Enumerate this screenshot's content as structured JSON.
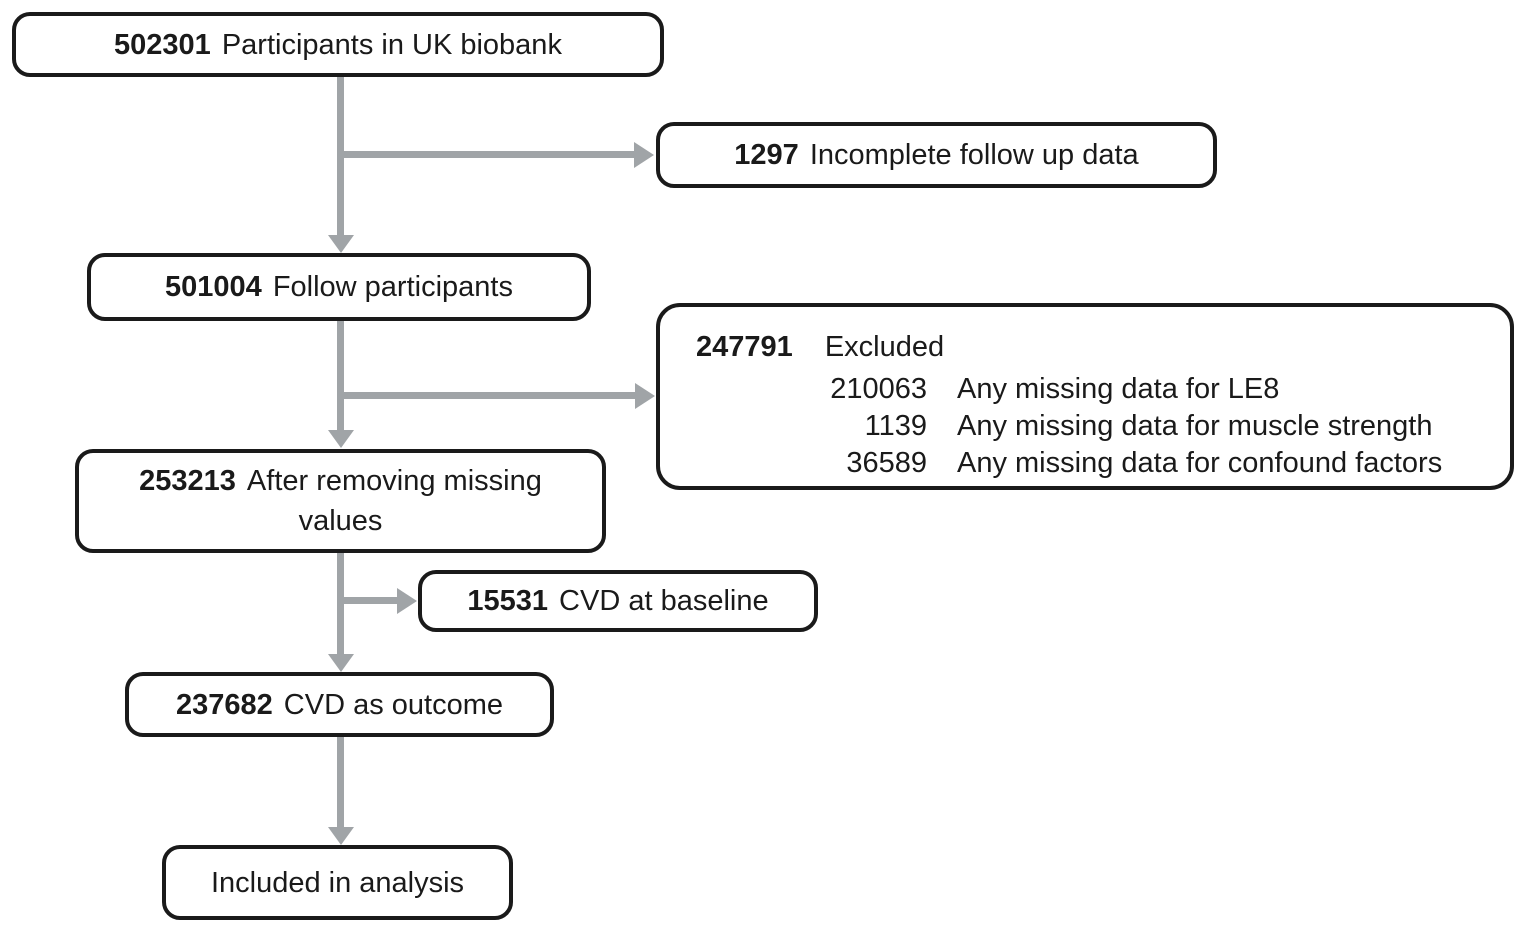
{
  "colors": {
    "arrow": "#a0a4a7",
    "border": "#1a1a1a",
    "text": "#1a1a1a",
    "background": "#ffffff"
  },
  "nodes": {
    "biobank": {
      "number": "502301",
      "label": "Participants in UK biobank"
    },
    "incomplete": {
      "number": "1297",
      "label": "Incomplete follow up data"
    },
    "follow": {
      "number": "501004",
      "label": "Follow participants"
    },
    "excluded": {
      "number": "247791",
      "label": "Excluded",
      "items": [
        {
          "number": "210063",
          "label": "Any missing data for LE8"
        },
        {
          "number": "1139",
          "label": "Any missing data for muscle strength"
        },
        {
          "number": "36589",
          "label": "Any missing data for confound factors"
        }
      ]
    },
    "missing_removed": {
      "number": "253213",
      "label": "After removing missing values"
    },
    "cvd_baseline": {
      "number": "15531",
      "label": "CVD at baseline"
    },
    "cvd_outcome": {
      "number": "237682",
      "label": "CVD as outcome"
    },
    "included": {
      "label": "Included in analysis"
    }
  }
}
